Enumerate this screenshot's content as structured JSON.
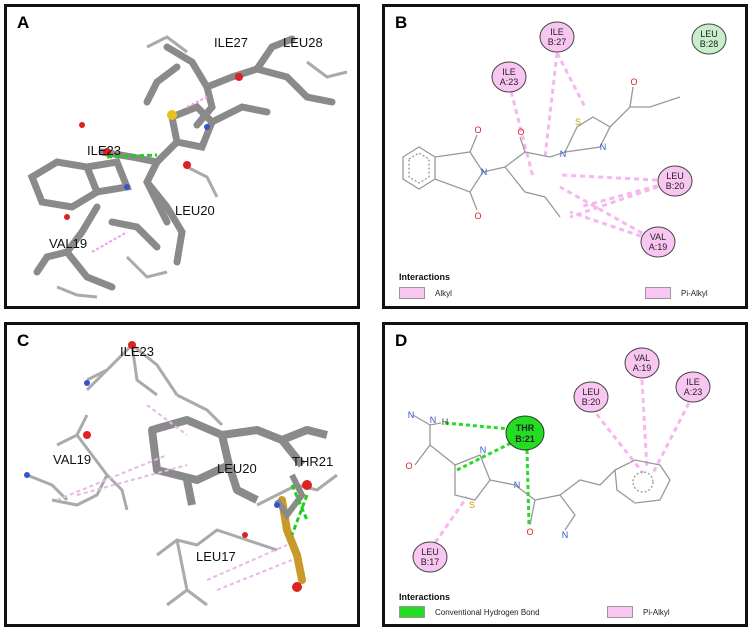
{
  "colors": {
    "alkyl": "#f9c6f2",
    "pi_alkyl": "#f9c6f2",
    "hydrogen_bond": "#22dd22",
    "leu28_node": "#c8efcc",
    "stick": "#8a8a8a"
  },
  "panels": {
    "a": {
      "label": "A",
      "residues": {
        "ile27": "ILE27",
        "leu28": "LEU28",
        "ile23": "ILE23",
        "leu20": "LEU20",
        "val19": "VAL19"
      }
    },
    "b": {
      "label": "B",
      "nodes": {
        "ile_b27": "ILE\nB:27",
        "leu_b28": "LEU\nB:28",
        "ile_a23": "ILE\nA:23",
        "leu_b20": "LEU\nB:20",
        "val_a19": "VAL\nA:19"
      },
      "legend": {
        "title": "Interactions",
        "item1": "Alkyl",
        "item2": "Pi-Alkyl"
      }
    },
    "c": {
      "label": "C",
      "residues": {
        "ile23": "ILE23",
        "val19": "VAL19",
        "leu20": "LEU20",
        "thr21": "THR21",
        "leu17": "LEU17"
      }
    },
    "d": {
      "label": "D",
      "nodes": {
        "thr_b21": "THR\nB:21",
        "val_a19": "VAL\nA:19",
        "leu_b20": "LEU\nB:20",
        "ile_a23": "ILE\nA:23",
        "leu_b17": "LEU\nB:17"
      },
      "legend": {
        "title": "Interactions",
        "item1": "Conventional Hydrogen Bond",
        "item2": "Pi-Alkyl"
      }
    }
  }
}
